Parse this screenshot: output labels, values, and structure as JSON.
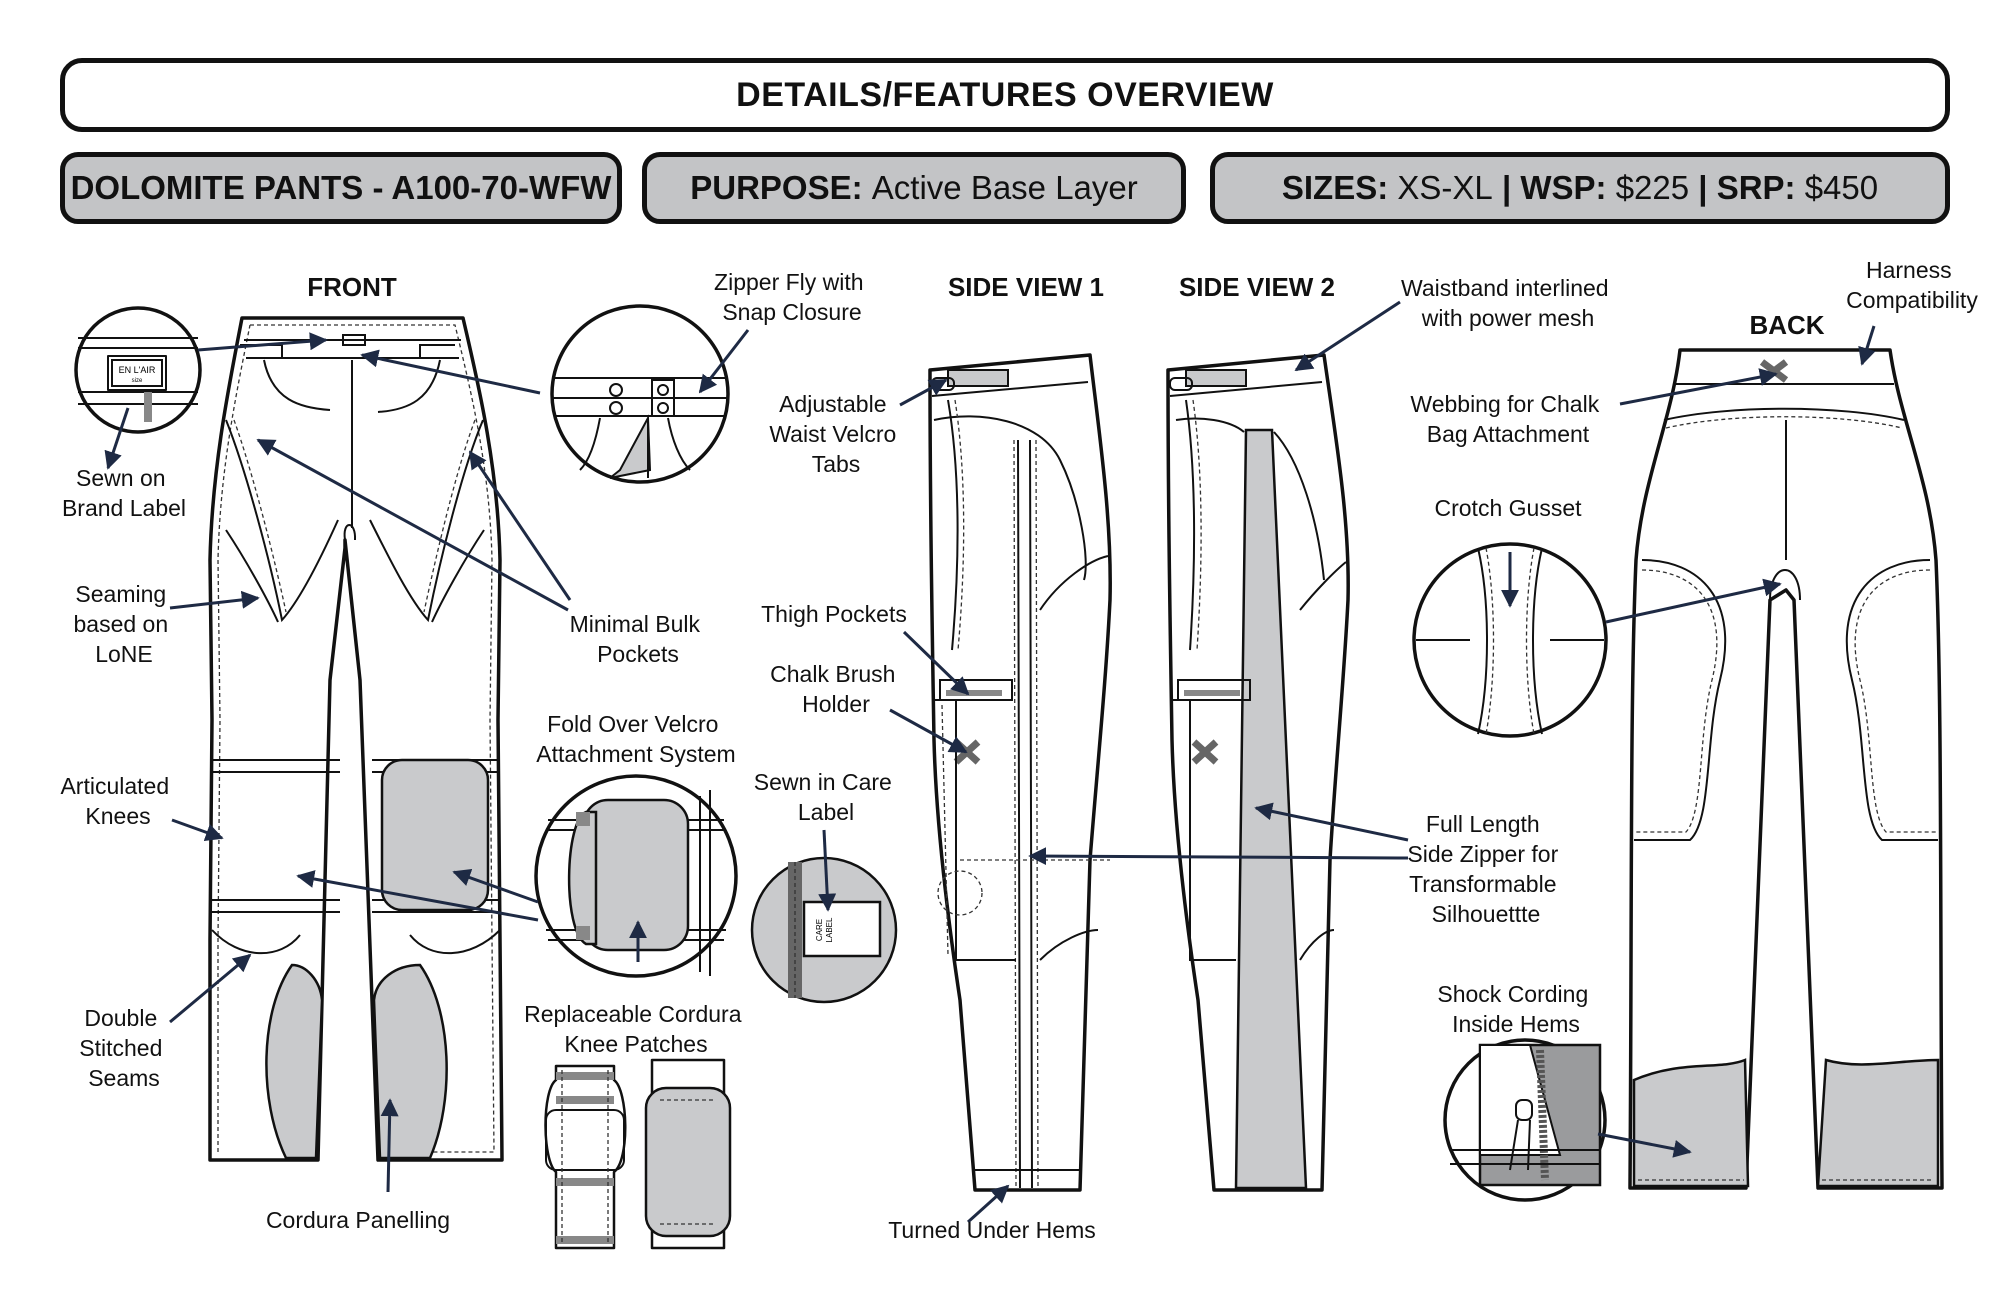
{
  "title": "DETAILS/FEATURES OVERVIEW",
  "info": {
    "product": "DOLOMITE PANTS - A100-70-WFW",
    "purpose_label": "PURPOSE:",
    "purpose_value": "Active Base Layer",
    "sizes_label": "SIZES:",
    "sizes_value": "XS-XL",
    "wsp_label": "WSP:",
    "wsp_value": "$225",
    "srp_label": "SRP:",
    "srp_value": "$450",
    "separator": "|"
  },
  "views": {
    "front": "FRONT",
    "side1": "SIDE VIEW 1",
    "side2": "SIDE VIEW 2",
    "back": "BACK"
  },
  "brand_label_text": {
    "line1": "EN L'AIR",
    "line2": "size"
  },
  "care_label_text": {
    "line1": "CARE",
    "line2": "LABEL"
  },
  "callouts": {
    "zipper_fly": [
      "Zipper Fly with",
      "Snap Closure"
    ],
    "sewn_brand": [
      "Sewn on",
      "Brand Label"
    ],
    "seaming": [
      "Seaming",
      "based on",
      "LoNE"
    ],
    "minimal_bulk": [
      "Minimal Bulk",
      "Pockets"
    ],
    "articulated": [
      "Articulated",
      "Knees"
    ],
    "fold_over": [
      "Fold Over Velcro",
      "Attachment System"
    ],
    "double_stitched": [
      "Double",
      "Stitched",
      "Seams"
    ],
    "replaceable": [
      "Replaceable Cordura",
      "Knee Patches"
    ],
    "cordura_panelling": [
      "Cordura Panelling"
    ],
    "adjustable_waist": [
      "Adjustable",
      "Waist Velcro",
      "Tabs"
    ],
    "thigh_pockets": [
      "Thigh Pockets"
    ],
    "chalk_brush": [
      "Chalk Brush",
      "Holder"
    ],
    "sewn_care": [
      "Sewn in Care",
      "Label"
    ],
    "turned_under": [
      "Turned Under Hems"
    ],
    "waistband": [
      "Waistband interlined",
      "with power mesh"
    ],
    "harness": [
      "Harness",
      "Compatibility"
    ],
    "webbing": [
      "Webbing for Chalk",
      "Bag Attachment"
    ],
    "crotch_gusset": [
      "Crotch Gusset"
    ],
    "full_length": [
      "Full Length",
      "Side Zipper for",
      "Transformable",
      "Silhouettte"
    ],
    "shock_cording": [
      "Shock Cording",
      "Inside Hems"
    ]
  },
  "colors": {
    "panel_grey": "#c9cacc",
    "info_bar_grey": "#c3c4c6",
    "arrow_navy": "#1e2a44"
  }
}
